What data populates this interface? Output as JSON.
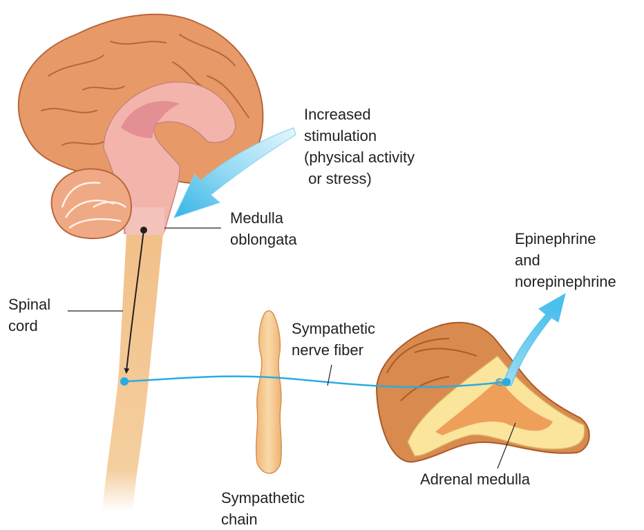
{
  "labels": {
    "stimulus": [
      "Increased",
      "stimulation",
      "(physical activity",
      " or stress)"
    ],
    "medulla_oblongata": [
      "Medulla",
      "oblongata"
    ],
    "spinal_cord": [
      "Spinal",
      "cord"
    ],
    "sympathetic_fiber": [
      "Sympathetic",
      "nerve fiber"
    ],
    "hormones": [
      "Epinephrine",
      "and",
      "norepinephrine"
    ],
    "sympathetic_chain": [
      "Sympathetic",
      "chain"
    ],
    "adrenal_medulla": "Adrenal medulla"
  },
  "colors": {
    "brain_cortex": "#e89a6a",
    "brain_inner": "#f2b9b0",
    "spinal_cord": "#f3c48f",
    "nerve_fiber": "#29abe2",
    "arrow_blue": "#5cc8ee",
    "adrenal_cortex": "#d98a4e",
    "adrenal_yellow": "#fbe39a",
    "leader_line": "#231f20"
  }
}
